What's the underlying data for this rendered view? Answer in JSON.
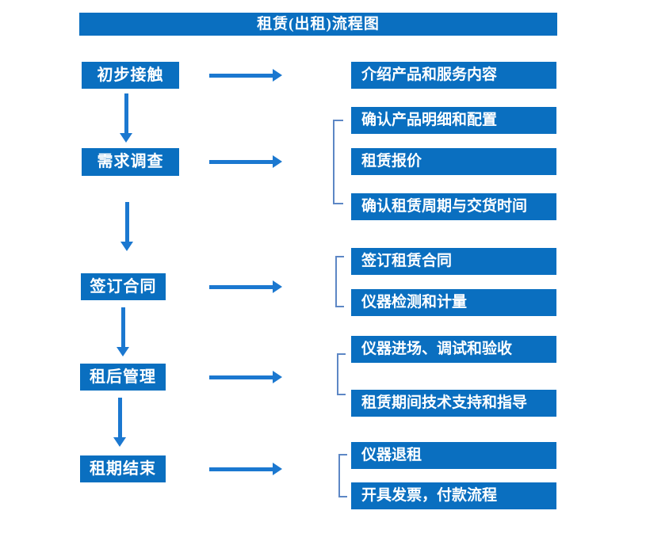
{
  "title": "租赁(出租)流程图",
  "colors": {
    "box_blue": "#0a6fc0",
    "arrow_blue": "#1b78d0",
    "bracket_blue": "#5d87c5",
    "text_white": "#ffffff"
  },
  "stages": [
    {
      "label": "初步接触",
      "outputs": [
        "介绍产品和服务内容"
      ]
    },
    {
      "label": "需求调查",
      "outputs": [
        "确认产品明细和配置",
        "租赁报价",
        "确认租赁周期与交货时间"
      ]
    },
    {
      "label": "签订合同",
      "outputs": [
        "签订租赁合同",
        "仪器检测和计量"
      ]
    },
    {
      "label": "租后管理",
      "outputs": [
        "仪器进场、调试和验收",
        "租赁期间技术支持和指导"
      ]
    },
    {
      "label": "租期结束",
      "outputs": [
        "仪器退租",
        "开具发票，付款流程"
      ]
    }
  ]
}
